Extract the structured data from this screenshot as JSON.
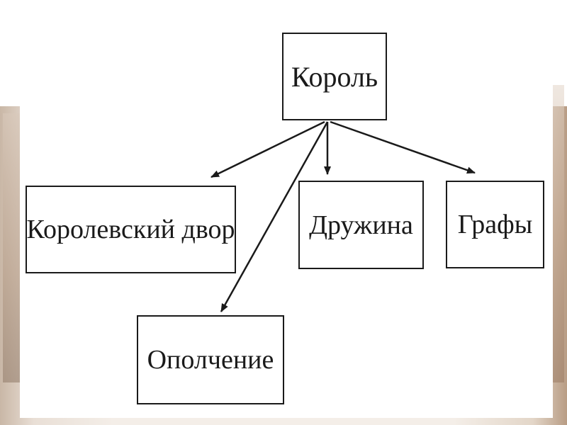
{
  "diagram": {
    "nodes": {
      "king": "Король",
      "court": "Королевский двор",
      "guard": "Дружина",
      "counts": "Графы",
      "militia": "Ополчение"
    },
    "edges": [
      {
        "from": "king",
        "to": "court"
      },
      {
        "from": "king",
        "to": "guard"
      },
      {
        "from": "king",
        "to": "counts"
      },
      {
        "from": "king",
        "to": "militia"
      }
    ]
  },
  "colors": {
    "stroke": "#1a1a1a",
    "background": "#ffffff"
  }
}
